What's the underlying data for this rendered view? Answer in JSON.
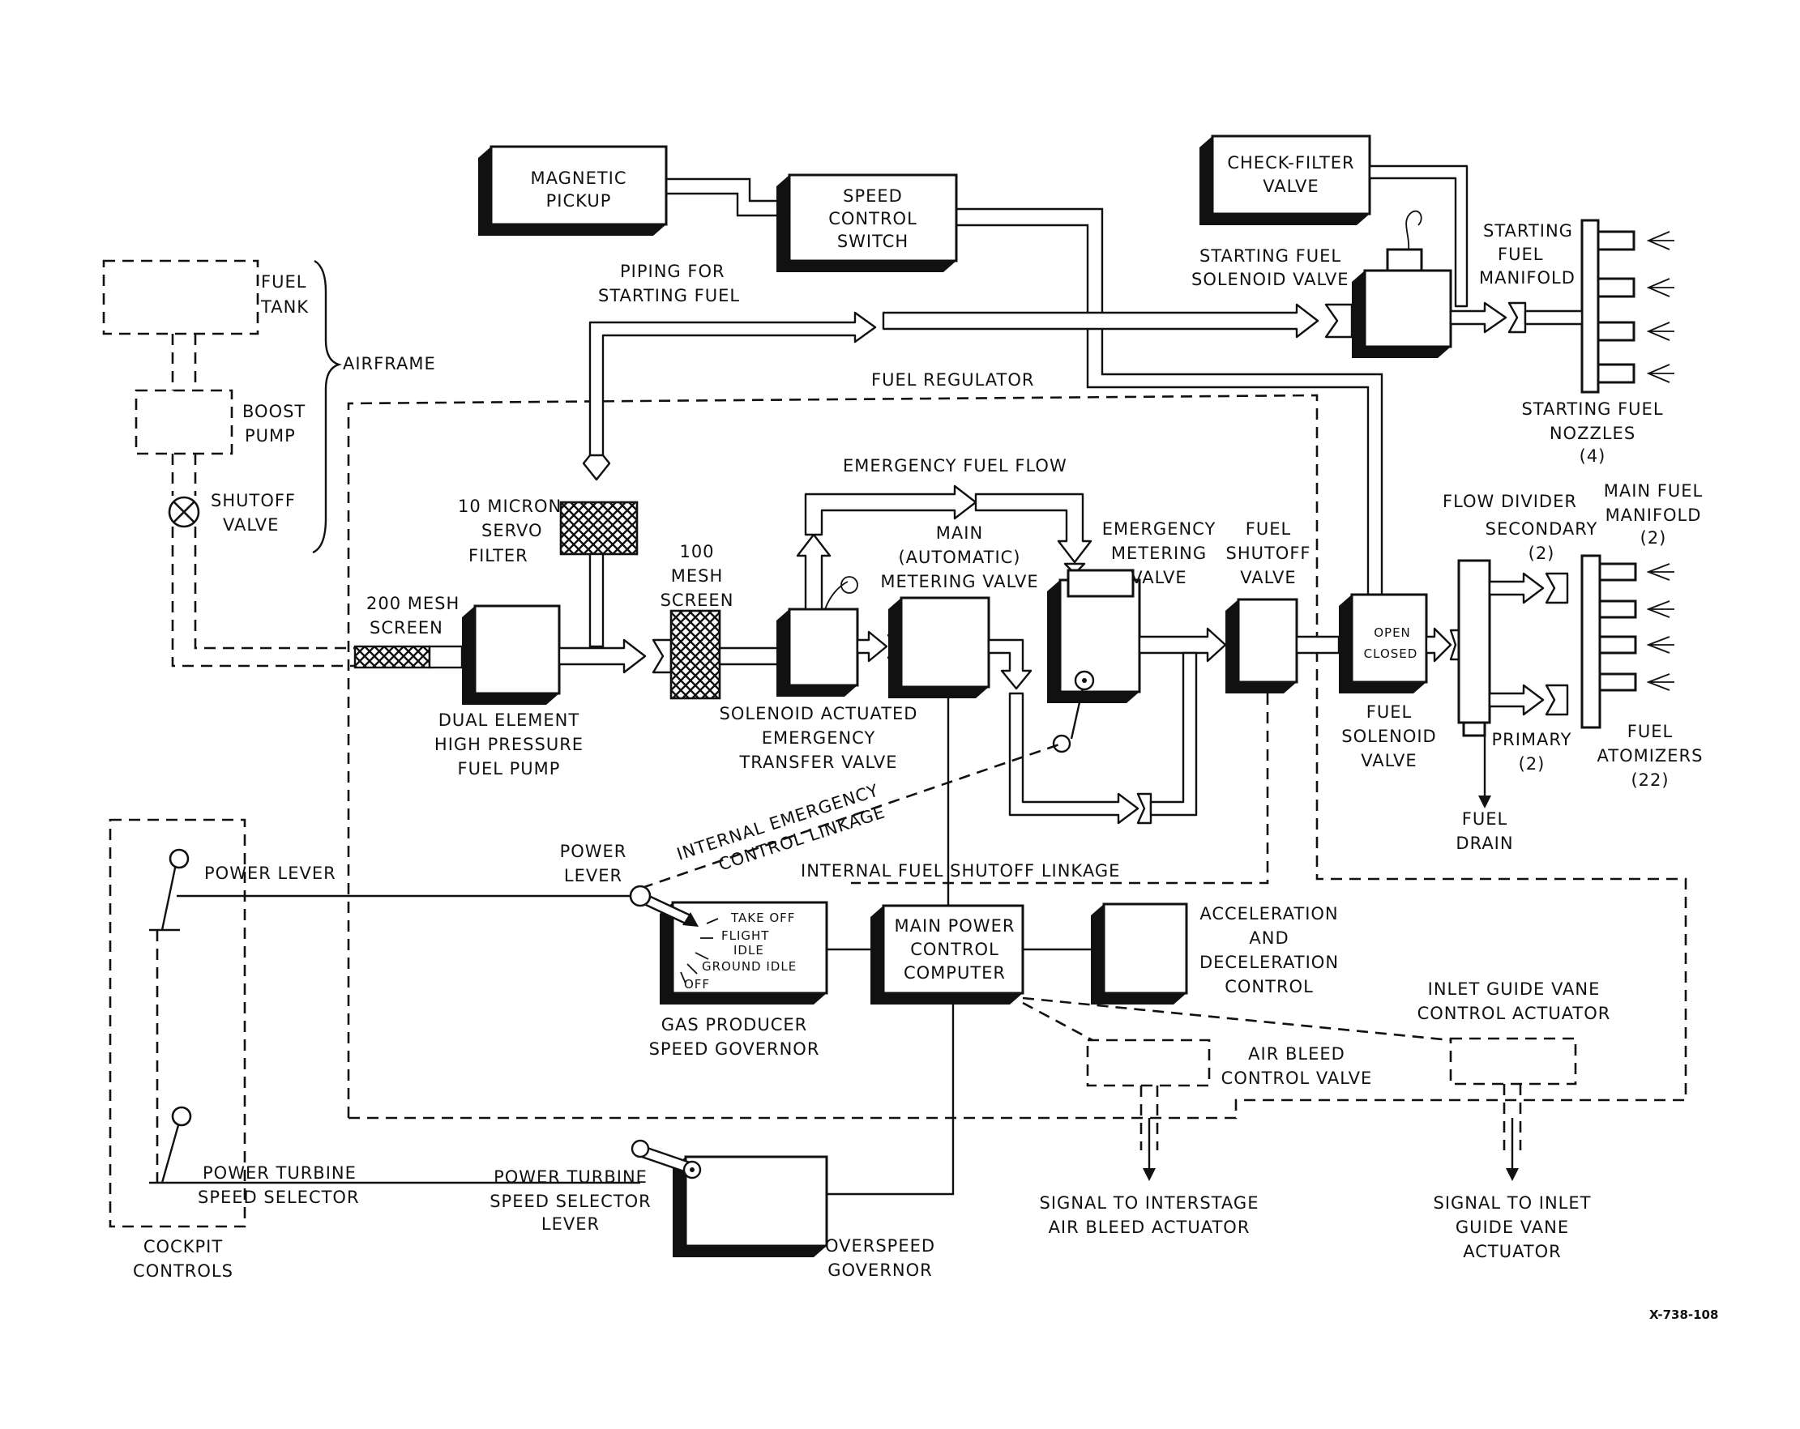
{
  "diagram": {
    "labels": {
      "magnetic_pickup": [
        "MAGNETIC",
        "PICKUP"
      ],
      "speed_control_switch": [
        "SPEED",
        "CONTROL",
        "SWITCH"
      ],
      "check_filter_valve": [
        "CHECK-FILTER",
        "VALVE"
      ],
      "starting_fuel_solenoid": [
        "STARTING FUEL",
        "SOLENOID VALVE"
      ],
      "starting_fuel_manifold": [
        "STARTING",
        "FUEL",
        "MANIFOLD"
      ],
      "starting_fuel_nozzles": [
        "STARTING FUEL",
        "NOZZLES",
        "(4)"
      ],
      "piping_starting_fuel": [
        "PIPING FOR",
        "STARTING FUEL"
      ],
      "fuel_tank": [
        "FUEL",
        "TANK"
      ],
      "airframe": "AIRFRAME",
      "boost_pump": [
        "BOOST",
        "PUMP"
      ],
      "shutoff_valve": [
        "SHUTOFF",
        "VALVE"
      ],
      "fuel_regulator": "FUEL REGULATOR",
      "emergency_fuel_flow": "EMERGENCY FUEL FLOW",
      "servo_filter": [
        "10 MICRON",
        "SERVO",
        "FILTER"
      ],
      "mesh_200": [
        "200 MESH",
        "SCREEN"
      ],
      "mesh_100": [
        "100",
        "MESH",
        "SCREEN"
      ],
      "main_metering": [
        "MAIN",
        "(AUTOMATIC)",
        "METERING VALVE"
      ],
      "emergency_metering": [
        "EMERGENCY",
        "METERING",
        "VALVE"
      ],
      "fuel_shutoff": [
        "FUEL",
        "SHUTOFF",
        "VALVE"
      ],
      "flow_divider": "FLOW DIVIDER",
      "secondary": [
        "SECONDARY",
        "(2)"
      ],
      "main_fuel_manifold": [
        "MAIN FUEL",
        "MANIFOLD",
        "(2)"
      ],
      "open": "OPEN",
      "closed": "CLOSED",
      "dual_pump": [
        "DUAL ELEMENT",
        "HIGH PRESSURE",
        "FUEL PUMP"
      ],
      "solenoid_transfer": [
        "SOLENOID ACTUATED",
        "EMERGENCY",
        "TRANSFER VALVE"
      ],
      "fuel_solenoid_valve": [
        "FUEL",
        "SOLENOID",
        "VALVE"
      ],
      "primary": [
        "PRIMARY",
        "(2)"
      ],
      "fuel_atomizers": [
        "FUEL",
        "ATOMIZERS",
        "(22)"
      ],
      "fuel_drain": [
        "FUEL",
        "DRAIN"
      ],
      "internal_emergency_linkage": [
        "INTERNAL EMERGENCY",
        "CONTROL LINKAGE"
      ],
      "power_lever_cockpit": "POWER LEVER",
      "power_lever_gov": [
        "POWER",
        "LEVER"
      ],
      "internal_fuel_shutoff": "INTERNAL FUEL SHUTOFF LINKAGE",
      "gov_positions": [
        "TAKE OFF",
        "FLIGHT",
        "IDLE",
        "GROUND IDLE",
        "OFF"
      ],
      "main_power_computer": [
        "MAIN POWER",
        "CONTROL",
        "COMPUTER"
      ],
      "accel_decel": [
        "ACCELERATION",
        "AND",
        "DECELERATION",
        "CONTROL"
      ],
      "gas_producer_governor": [
        "GAS PRODUCER",
        "SPEED GOVERNOR"
      ],
      "inlet_guide_vane_actuator": [
        "INLET GUIDE VANE",
        "CONTROL ACTUATOR"
      ],
      "air_bleed_valve": [
        "AIR BLEED",
        "CONTROL VALVE"
      ],
      "power_turbine_selector": [
        "POWER TURBINE",
        "SPEED SELECTOR"
      ],
      "power_turbine_lever": [
        "POWER TURBINE",
        "SPEED SELECTOR",
        "LEVER"
      ],
      "signal_interstage": [
        "SIGNAL TO INTERSTAGE",
        "AIR BLEED ACTUATOR"
      ],
      "signal_inlet": [
        "SIGNAL TO INLET",
        "GUIDE VANE",
        "ACTUATOR"
      ],
      "cockpit_controls": [
        "COCKPIT",
        "CONTROLS"
      ],
      "overspeed_governor": [
        "OVERSPEED",
        "GOVERNOR"
      ],
      "figure_code": "X-738-108"
    }
  }
}
